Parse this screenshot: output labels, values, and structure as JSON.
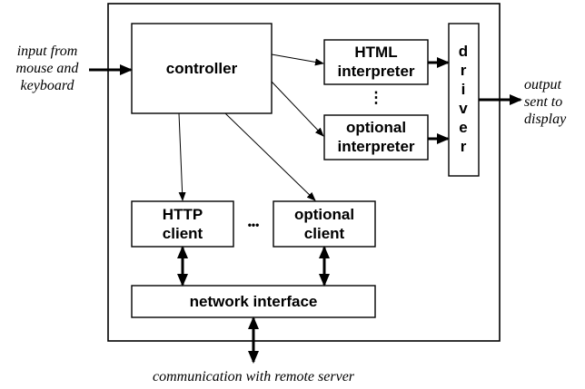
{
  "labels": {
    "controller": "controller",
    "html_interpreter": [
      "HTML",
      "interpreter"
    ],
    "optional_interpreter": [
      "optional",
      "interpreter"
    ],
    "driver": [
      "d",
      "r",
      "i",
      "v",
      "e",
      "r"
    ],
    "http_client": [
      "HTTP",
      "client"
    ],
    "optional_client": [
      "optional",
      "client"
    ],
    "network_interface": "network interface",
    "ellipsis_horizontal": "•••",
    "ellipsis_vertical": "⋮"
  },
  "side_text": {
    "input": [
      "input from",
      "mouse and",
      "keyboard"
    ],
    "output": [
      "output",
      "sent to",
      "display"
    ],
    "communication": "communication with remote server"
  },
  "colors": {
    "stroke": "#000000",
    "background": "#ffffff"
  }
}
